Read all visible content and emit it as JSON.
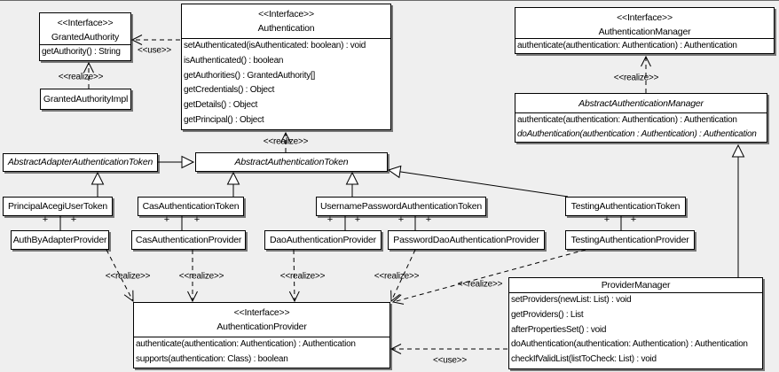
{
  "diagram": {
    "background": "#efefef",
    "box_fill": "#ffffff",
    "box_border": "#000000",
    "shadow_color": "#808080",
    "stereotype_interface": "<<Interface>>",
    "classes": [
      {
        "id": "granted-authority",
        "stereotype": "<<Interface>>",
        "name": "GrantedAuthority",
        "italic": false,
        "methods": [
          "getAuthority() : String"
        ]
      },
      {
        "id": "authentication",
        "stereotype": "<<Interface>>",
        "name": "Authentication",
        "italic": false,
        "methods": [
          "setAuthenticated(isAuthenticated: boolean) : void",
          "isAuthenticated() : boolean",
          "getAuthorities() : GrantedAuthority[]",
          "getCredentials() : Object",
          "getDetails() : Object",
          "getPrincipal() : Object"
        ]
      },
      {
        "id": "authentication-manager",
        "stereotype": "<<Interface>>",
        "name": "AuthenticationManager",
        "italic": false,
        "methods": [
          "authenticate(authentication: Authentication) : Authentication"
        ]
      },
      {
        "id": "granted-authority-impl",
        "name": "GrantedAuthorityImpl",
        "italic": false,
        "methods": []
      },
      {
        "id": "abstract-authentication-manager",
        "name": "AbstractAuthenticationManager",
        "italic": true,
        "methods": [
          "authenticate(authentication: Authentication) : Authentication",
          "doAuthentication(authentication : Authentication) : Authentication"
        ],
        "italic_methods": [
          1
        ]
      },
      {
        "id": "abstract-adapter-authentication-token",
        "name": "AbstractAdapterAuthenticationToken",
        "italic": true,
        "methods": []
      },
      {
        "id": "abstract-authentication-token",
        "name": "AbstractAuthenticationToken",
        "italic": true,
        "methods": []
      },
      {
        "id": "principal-acegi-user-token",
        "name": "PrincipalAcegiUserToken",
        "italic": false,
        "methods": []
      },
      {
        "id": "cas-authentication-token",
        "name": "CasAuthenticationToken",
        "italic": false,
        "methods": []
      },
      {
        "id": "username-password-authentication-token",
        "name": "UsernamePasswordAuthenticationToken",
        "italic": false,
        "methods": []
      },
      {
        "id": "testing-authentication-token",
        "name": "TestingAuthenticationToken",
        "italic": false,
        "methods": []
      },
      {
        "id": "auth-by-adapter-provider",
        "name": "AuthByAdapterProvider",
        "italic": false,
        "methods": []
      },
      {
        "id": "cas-authentication-provider",
        "name": "CasAuthenticationProvider",
        "italic": false,
        "methods": []
      },
      {
        "id": "dao-authentication-provider",
        "name": "DaoAuthenticationProvider",
        "italic": false,
        "methods": []
      },
      {
        "id": "password-dao-authentication-provider",
        "name": "PasswordDaoAuthenticationProvider",
        "italic": false,
        "methods": []
      },
      {
        "id": "testing-authentication-provider",
        "name": "TestingAuthenticationProvider",
        "italic": false,
        "methods": []
      },
      {
        "id": "authentication-provider",
        "stereotype": "<<Interface>>",
        "name": "AuthenticationProvider",
        "italic": false,
        "methods": [
          "authenticate(authentication: Authentication) : Authentication",
          "supports(authentication: Class) : boolean"
        ]
      },
      {
        "id": "provider-manager",
        "name": "ProviderManager",
        "italic": false,
        "methods": [
          "setProviders(newList: List) : void",
          "getProviders() : List",
          "afterPropertiesSet() : void",
          "doAuthentication(authentication: Authentication) : Authentication",
          "checkIfValidList(listToCheck: List) : void"
        ]
      }
    ],
    "relationships": [
      {
        "id": "r1",
        "from": "granted-authority-impl",
        "to": "granted-authority",
        "type": "realize",
        "label": "<<realize>>"
      },
      {
        "id": "r2",
        "from": "abstract-authentication-token",
        "to": "authentication",
        "type": "realize",
        "label": "<<realize>>"
      },
      {
        "id": "r3",
        "from": "abstract-authentication-manager",
        "to": "authentication-manager",
        "type": "realize",
        "label": "<<realize>>"
      },
      {
        "id": "r4",
        "from": "authentication",
        "to": "granted-authority",
        "type": "use",
        "label": "<<use>>"
      },
      {
        "id": "r5",
        "from": "abstract-adapter-authentication-token",
        "to": "abstract-authentication-token",
        "type": "extends"
      },
      {
        "id": "r6",
        "from": "principal-acegi-user-token",
        "to": "abstract-adapter-authentication-token",
        "type": "extends"
      },
      {
        "id": "r7",
        "from": "cas-authentication-token",
        "to": "abstract-authentication-token",
        "type": "extends"
      },
      {
        "id": "r8",
        "from": "username-password-authentication-token",
        "to": "abstract-authentication-token",
        "type": "extends"
      },
      {
        "id": "r9",
        "from": "testing-authentication-token",
        "to": "abstract-authentication-token",
        "type": "extends"
      },
      {
        "id": "r10",
        "from": "provider-manager",
        "to": "abstract-authentication-manager",
        "type": "extends"
      },
      {
        "id": "r11",
        "from": "principal-acegi-user-token",
        "to": "auth-by-adapter-provider",
        "type": "association",
        "multiplicity": [
          "+",
          "+"
        ]
      },
      {
        "id": "r12",
        "from": "cas-authentication-token",
        "to": "cas-authentication-provider",
        "type": "association",
        "multiplicity": [
          "+",
          "+"
        ]
      },
      {
        "id": "r13",
        "from": "username-password-authentication-token",
        "to": "dao-authentication-provider",
        "type": "association",
        "multiplicity": [
          "+",
          "+"
        ]
      },
      {
        "id": "r14",
        "from": "username-password-authentication-token",
        "to": "password-dao-authentication-provider",
        "type": "association",
        "multiplicity": [
          "+",
          "+"
        ]
      },
      {
        "id": "r15",
        "from": "testing-authentication-token",
        "to": "testing-authentication-provider",
        "type": "association",
        "multiplicity": [
          "+",
          "+"
        ]
      },
      {
        "id": "r16",
        "from": "auth-by-adapter-provider",
        "to": "authentication-provider",
        "type": "realize",
        "label": "<<realize>>"
      },
      {
        "id": "r17",
        "from": "cas-authentication-provider",
        "to": "authentication-provider",
        "type": "realize",
        "label": "<<realize>>"
      },
      {
        "id": "r18",
        "from": "dao-authentication-provider",
        "to": "authentication-provider",
        "type": "realize",
        "label": "<<realize>>"
      },
      {
        "id": "r19",
        "from": "password-dao-authentication-provider",
        "to": "authentication-provider",
        "type": "realize",
        "label": "<<realize>>"
      },
      {
        "id": "r20",
        "from": "testing-authentication-provider",
        "to": "authentication-provider",
        "type": "realize",
        "label": "<<realize>>"
      },
      {
        "id": "r21",
        "from": "provider-manager",
        "to": "authentication-provider",
        "type": "use",
        "label": "<<use>>"
      }
    ]
  }
}
